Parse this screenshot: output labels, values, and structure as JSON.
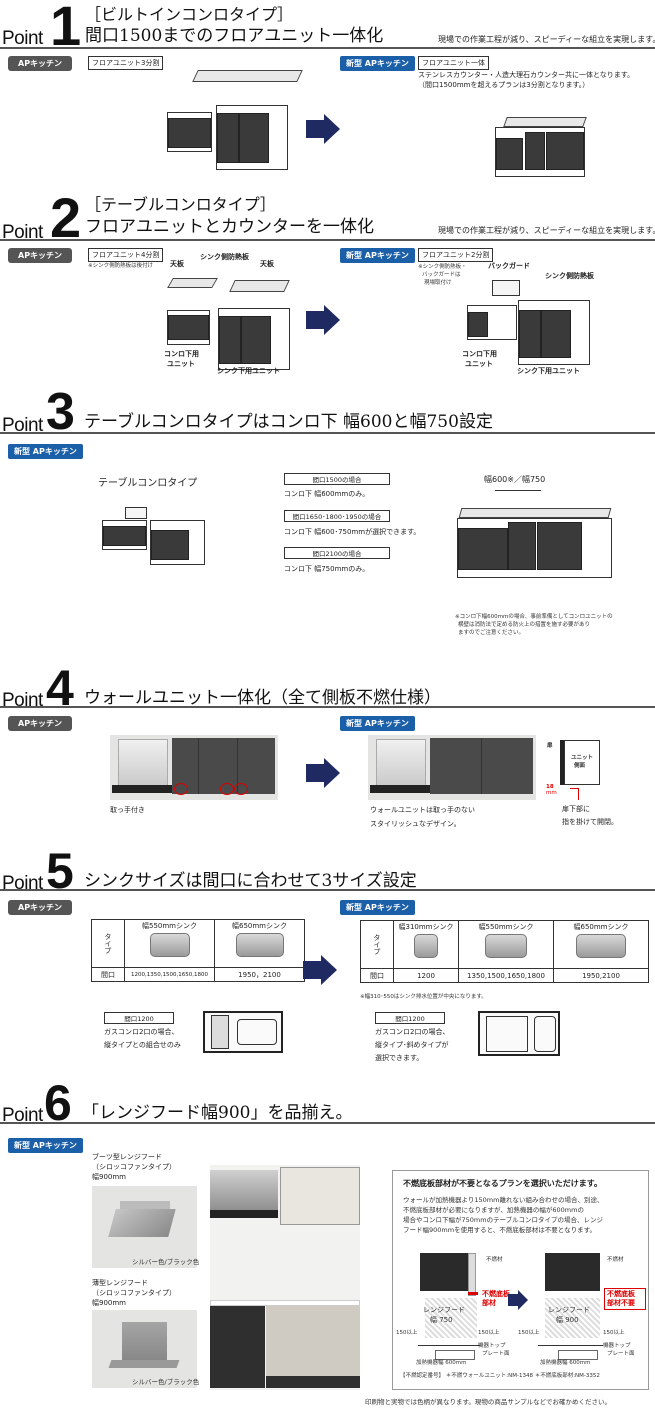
{
  "common": {
    "point_label": "Point",
    "old_badge": "APキッチン",
    "new_badge": "新型 APキッチン",
    "tagline": "現場での作業工程が減り、スピーディーな組立を実現します。",
    "colors": {
      "blue_badge": "#1a5fa8",
      "gray_badge": "#555555",
      "arrow": "#1f2a63",
      "red": "#dd0000"
    }
  },
  "p1": {
    "number": "1",
    "title_line1": "［ビルトインコンロタイプ］",
    "title_line2": "間口1500までのフロアユニット一体化",
    "old_tag": "フロアユニット3分割",
    "new_tag": "フロアユニット一体",
    "new_desc_1": "ステンレスカウンター・人造大理石カウンター共に一体となります。",
    "new_desc_2": "（間口1500mmを超えるプランは3分割となります。）"
  },
  "p2": {
    "number": "2",
    "title_line1": "［テーブルコンロタイプ］",
    "title_line2": "フロアユニットとカウンターを一体化",
    "old_tag": "フロアユニット4分割",
    "old_note": "※シンク側防熱板は後付け",
    "old_labels": {
      "top1": "天板",
      "heat_plate": "シンク側防熱板",
      "top2": "天板",
      "stove_unit_1": "コンロ下用",
      "stove_unit_2": "ユニット",
      "sink_unit": "シンク下用ユニット"
    },
    "new_tag": "フロアユニット2分割",
    "new_note_1": "※シンク側防熱板・",
    "new_note_2": "バックガードは",
    "new_note_3": "現場取付け",
    "new_labels": {
      "backguard": "バックガード",
      "heat_plate": "シンク側防熱板",
      "stove_unit_1": "コンロ下用",
      "stove_unit_2": "ユニット",
      "sink_unit": "シンク下用ユニット"
    }
  },
  "p3": {
    "number": "3",
    "title": "テーブルコンロタイプはコンロ下 幅600と幅750設定",
    "subtitle": "テーブルコンロタイプ",
    "cases": [
      {
        "label": "間口1500の場合",
        "text": "コンロ下 幅600mmのみ。"
      },
      {
        "label": "間口1650･1800･1950の場合",
        "text": "コンロ下 幅600･750mmが選択できます。"
      },
      {
        "label": "間口2100の場合",
        "text": "コンロ下 幅750mmのみ。"
      }
    ],
    "dimension": "幅600※／幅750",
    "note_1": "※コンロ下幅600mmの場合、事前準備としてコンロユニットの",
    "note_2": "横壁は消防法で定める防火上の措置を施す必要があり",
    "note_3": "ますのでご注意ください。"
  },
  "p4": {
    "number": "4",
    "title": "ウォールユニット一体化（全て側板不燃仕様）",
    "old_caption": "取っ手付き",
    "new_caption_1": "ウォールユニットは取っ手のない",
    "new_caption_2": "スタイリッシュなデザイン。",
    "door_label": "扉",
    "side_label_1": "ユニット",
    "side_label_2": "側面",
    "gap_value": "18",
    "gap_unit": "mm",
    "open_caption_1": "扉下部に",
    "open_caption_2": "指を掛けて開閉。"
  },
  "p5": {
    "number": "5",
    "title": "シンクサイズは間口に合わせて3サイズ設定",
    "row_type": "タイプ",
    "row_width": "間口",
    "old_table": [
      {
        "sink": "幅550mmシンク",
        "widths": "1200,1350,1500,1650,1800"
      },
      {
        "sink": "幅650mmシンク",
        "widths": "1950，2100"
      }
    ],
    "new_table": [
      {
        "sink": "幅310mmシンク",
        "widths": "1200"
      },
      {
        "sink": "幅550mmシンク",
        "widths": "1350,1500,1650,1800"
      },
      {
        "sink": "幅650mmシンク",
        "widths": "1950,2100"
      }
    ],
    "new_table_note": "※幅310･550はシンク排水位置が中央になります。",
    "old_case_label": "間口1200",
    "old_case_1": "ガスコンロ2口の場合、",
    "old_case_2": "縦タイプとの組合せのみ",
    "new_case_label": "間口1200",
    "new_case_1": "ガスコンロ2口の場合、",
    "new_case_2": "縦タイプ･斜めタイプが",
    "new_case_3": "選択できます。"
  },
  "p6": {
    "number": "6",
    "title": "「レンジフード幅900」を品揃え。",
    "hood1_1": "ブーツ型レンジフード",
    "hood1_2": "（シロッコファンタイプ）",
    "hood1_3": "幅900mm",
    "hood1_color": "シルバー色/ブラック色",
    "hood2_1": "薄型レンジフード",
    "hood2_2": "（シロッコファンタイプ）",
    "hood2_3": "幅900mm",
    "hood2_color": "シルバー色/ブラック色",
    "box_title": "不燃底板部材が不要となるプランを選択いただけます。",
    "box_text_1": "ウォールが加熱機器より150mm離れない組み合わせの場合、別途、",
    "box_text_2": "不燃底板部材が必要になりますが、加熱機器の幅が600mmの",
    "box_text_3": "場合やコンロ下幅が750mmのテーブルコンロタイプの場合、レンジ",
    "box_text_4": "フード幅900mmを使用すると、不燃底板部材は不要となります。",
    "left_diag": {
      "material": "不燃材",
      "red_1": "不燃底板",
      "red_2": "部材",
      "hood_1": "レンジフード",
      "hood_2": "幅 750",
      "clear_l": "150以上",
      "clear_r": "150以上",
      "top_1": "機器トップ",
      "top_2": "プレート面",
      "heater": "加熱機器幅 600mm"
    },
    "right_diag": {
      "material": "不燃材",
      "red_1": "不燃底板",
      "red_2": "部材不要",
      "hood_1": "レンジフード",
      "hood_2": "幅 900",
      "clear_l": "150以上",
      "clear_r": "150以上",
      "top_1": "機器トップ",
      "top_2": "プレート面",
      "heater": "加熱機器幅 600mm"
    },
    "cert": "【不燃認定番号】 ＊不燃ウォールユニット:NM-1348 ＊不燃底板部材:NM-3352"
  },
  "footer": "印刷物と実物では色柄が異なります。現物の商品サンプルなどでお確かめください。"
}
